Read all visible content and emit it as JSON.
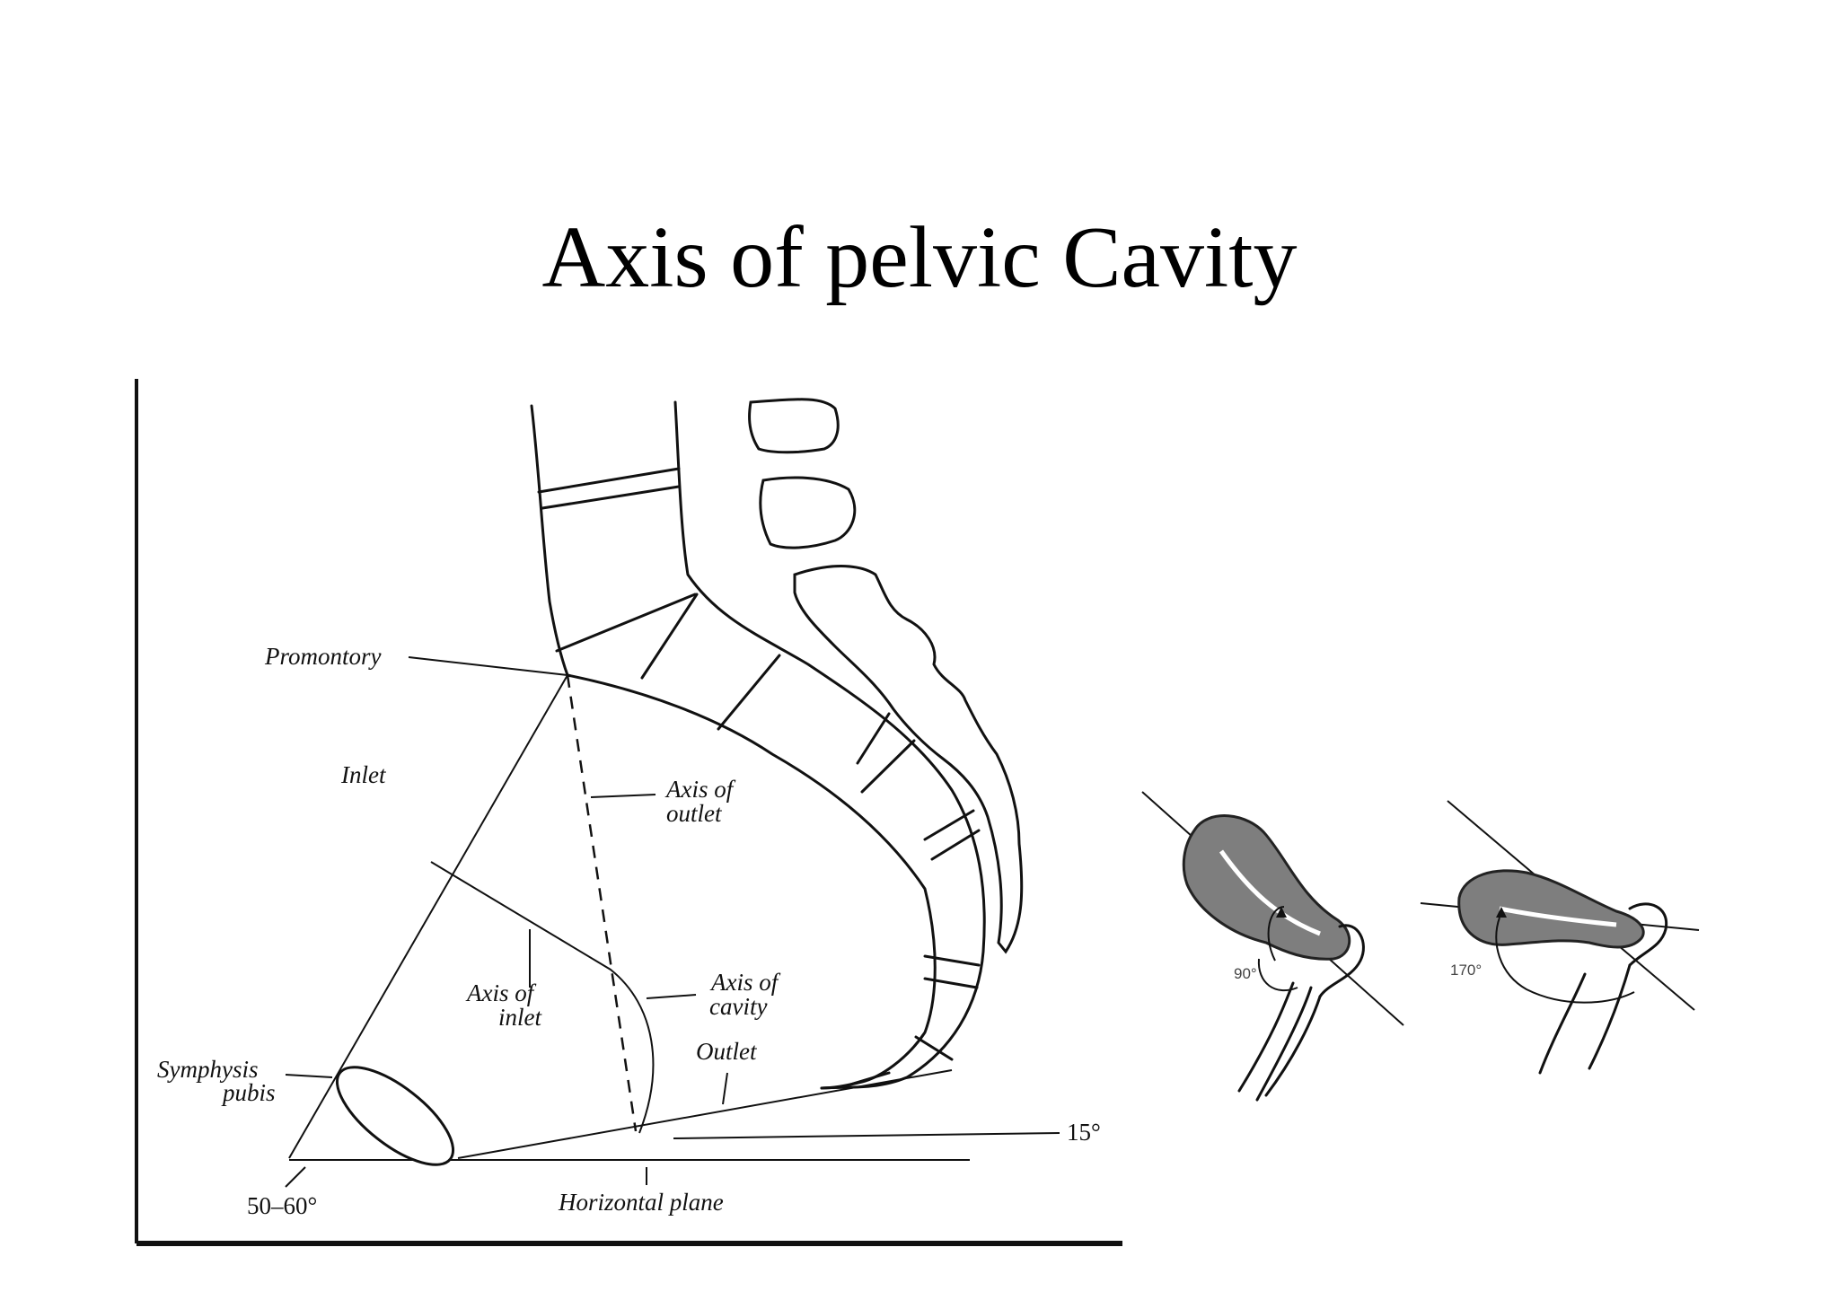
{
  "slide": {
    "title": "Axis of pelvic Cavity"
  },
  "diagram": {
    "labels": {
      "promontory": "Promontory",
      "inlet": "Inlet",
      "axis_of_outlet_1": "Axis of",
      "axis_of_outlet_2": "outlet",
      "axis_of_inlet_1": "Axis of",
      "axis_of_inlet_2": "inlet",
      "axis_of_cavity_1": "Axis of",
      "axis_of_cavity_2": "cavity",
      "outlet": "Outlet",
      "symphysis_1": "Symphysis",
      "symphysis_2": "pubis",
      "angle_15": "15°",
      "angle_50_60": "50–60°",
      "horizontal_plane": "Horizontal plane"
    },
    "uterus_figures": [
      {
        "angle_label": "90°"
      },
      {
        "angle_label": "170°"
      }
    ]
  }
}
